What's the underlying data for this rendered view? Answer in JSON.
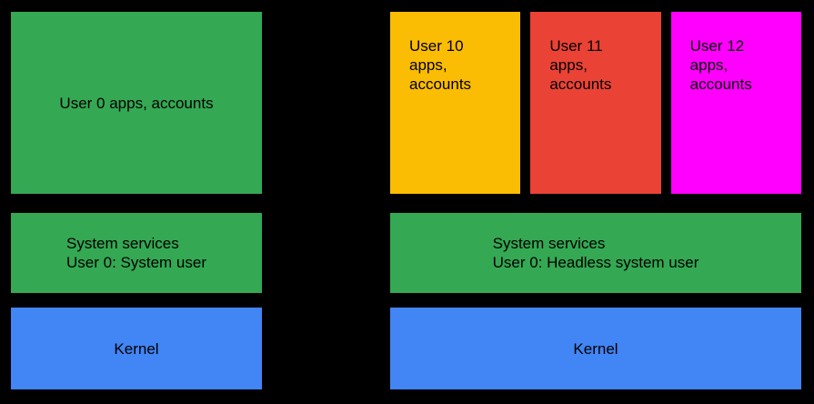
{
  "colors": {
    "background": "#000000",
    "green": "#34A853",
    "blue": "#4285F4",
    "yellow": "#FBBC04",
    "red": "#EA4335",
    "magenta": "#FF00FF",
    "text": "#000000"
  },
  "left_stack": {
    "user_apps": {
      "label": "User 0 apps, accounts"
    },
    "system_services": {
      "line1": "System services",
      "line2": "User 0: System user"
    },
    "kernel": {
      "label": "Kernel"
    }
  },
  "right_stack": {
    "user_apps": [
      {
        "lines": [
          "User 10",
          "apps,",
          "accounts"
        ],
        "color": "#FBBC04"
      },
      {
        "lines": [
          "User 11",
          "apps,",
          "accounts"
        ],
        "color": "#EA4335"
      },
      {
        "lines": [
          "User 12",
          "apps,",
          "accounts"
        ],
        "color": "#FF00FF"
      }
    ],
    "system_services": {
      "line1": "System services",
      "line2": "User 0: Headless system user"
    },
    "kernel": {
      "label": "Kernel"
    }
  }
}
